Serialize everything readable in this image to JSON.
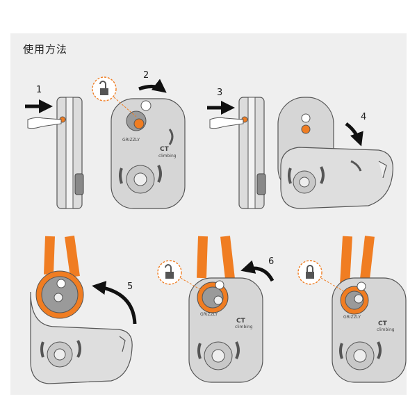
{
  "title": "使用方法",
  "steps": [
    "1",
    "2",
    "3",
    "4",
    "5",
    "6"
  ],
  "device_text": {
    "model": "GRIZZLY",
    "brand_logo": "CT",
    "brand_name": "climbing"
  },
  "colors": {
    "rope": "#f07d22",
    "lock_highlight": "#f07d22",
    "plate": "#d6d6d6",
    "outline": "#555555",
    "arrow": "#111111",
    "background": "#efefef"
  },
  "icons": [
    "open-lock-icon",
    "closed-lock-icon",
    "arrow-icon"
  ]
}
